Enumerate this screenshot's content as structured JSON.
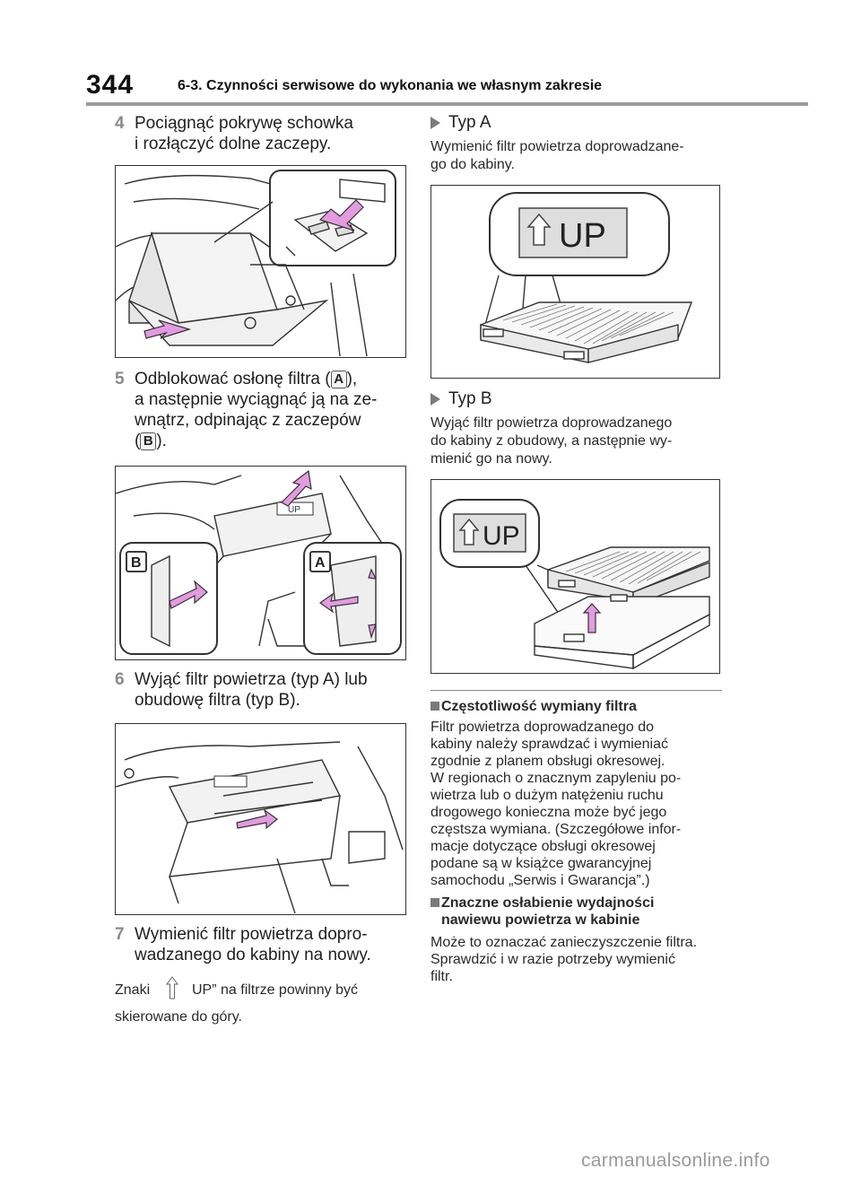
{
  "header": {
    "page_number": "344",
    "section_title": "6-3. Czynności serwisowe do wykonania we własnym zakresie"
  },
  "left": {
    "step4": {
      "num": "4",
      "line1": "Pociągnąć pokrywę schowka",
      "line2": "i rozłączyć dolne zaczepy."
    },
    "step5": {
      "num": "5",
      "line1_a": "Odblokować osłonę filtra (",
      "key_a": "A",
      "line1_b": "),",
      "line2": "a następnie wyciągnąć ją na ze-",
      "line3": "wnątrz, odpinając z zaczepów",
      "line4_a": "(",
      "key_b": "B",
      "line4_b": ")."
    },
    "fig2_labels": {
      "b": "B",
      "a": "A",
      "up": "UP"
    },
    "step6": {
      "num": "6",
      "line1": "Wyjąć filtr powietrza (typ A) lub",
      "line2": "obudowę filtra (typ B)."
    },
    "step7": {
      "num": "7",
      "line1": "Wymienić filtr powietrza dopro-",
      "line2": "wadzanego do kabiny na nowy."
    },
    "znaki": {
      "word": "Znaki",
      "rest": "UP” na filtrze powinny być",
      "line2": "skierowane do góry."
    }
  },
  "right": {
    "typeA": {
      "title": "Typ A",
      "line1": "Wymienić filtr powietrza doprowadzane-",
      "line2": "go do kabiny.",
      "up": "UP"
    },
    "typeB": {
      "title": "Typ B",
      "line1": "Wyjąć filtr powietrza doprowadzanego",
      "line2": "do kabiny z obudowy, a następnie wy-",
      "line3": "mienić go na nowy.",
      "up": "UP"
    },
    "note1": {
      "title": "Częstotliwość wymiany filtra",
      "lines": [
        "Filtr powietrza doprowadzanego do",
        "kabiny należy sprawdzać i wymieniać",
        "zgodnie z planem obsługi okresowej.",
        "W regionach o znacznym zapyleniu po-",
        "wietrza lub o dużym natężeniu ruchu",
        "drogowego konieczna może być jego",
        "częstsza wymiana. (Szczegółowe infor-",
        "macje dotyczące obsługi okresowej",
        "podane są w książce gwarancyjnej",
        "samochodu „Serwis i Gwarancja”.)"
      ]
    },
    "note2": {
      "title1": "Znaczne osłabienie wydajności",
      "title2": "nawiewu powietrza w kabinie",
      "lines": [
        "Może to oznaczać zanieczyszczenie filtra.",
        "Sprawdzić i w razie potrzeby wymienić",
        "filtr."
      ]
    }
  },
  "watermark": "carmanualsonline.info",
  "colors": {
    "accent_arrow": "#e39be0",
    "step_number": "#8a8a8a",
    "rule": "#9a9a9a"
  }
}
